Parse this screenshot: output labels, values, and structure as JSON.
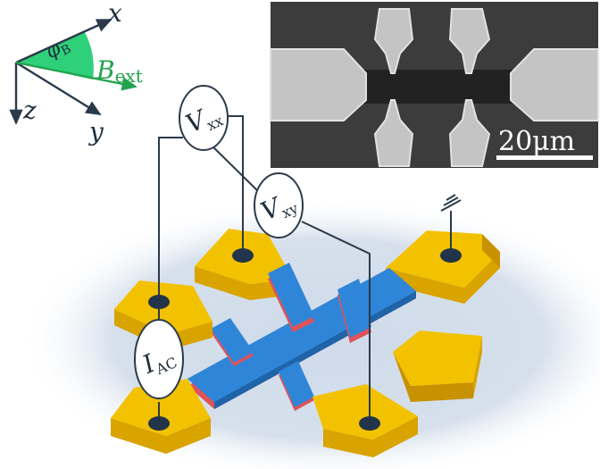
{
  "colors": {
    "gold_top": "#f2c200",
    "gold_front": "#d9a300",
    "gold_side": "#c79100",
    "blue_top": "#2f86d8",
    "blue_side": "#1f63a8",
    "red_layer": "#e0525a",
    "wire": "#2b3a4a",
    "contact": "#22344a",
    "green_wedge": "#2fd07a",
    "field_arrow": "#22a34e",
    "disc": "#cdd8e6",
    "sem_dark": "#3a3a3a",
    "sem_light": "#c8c8c8"
  },
  "axes": {
    "x_label": "x",
    "y_label": "y",
    "z_label": "z",
    "angle_symbol": "φ",
    "angle_subscript": "B",
    "field_symbol": "B",
    "field_subscript": "ext"
  },
  "micrograph": {
    "scale_bar_text": "20μm"
  },
  "probes": {
    "vxx": {
      "symbol": "V",
      "subscript": "xx"
    },
    "vxy": {
      "symbol": "V",
      "subscript": "xy"
    },
    "iac": {
      "symbol": "I",
      "subscript": "AC"
    }
  },
  "icons": {
    "ground": "ground-icon"
  }
}
